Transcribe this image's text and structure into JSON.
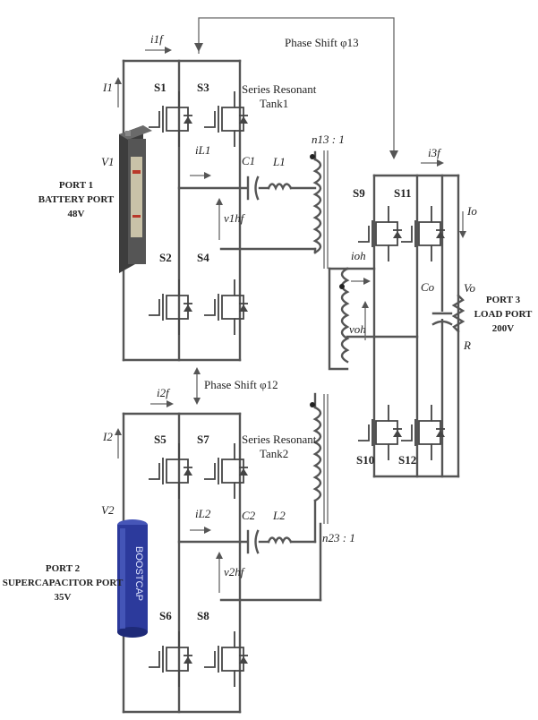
{
  "labels": {
    "phase_shift_13": "Phase Shift φ13",
    "phase_shift_12": "Phase Shift φ12",
    "tank1": "Series Resonant\nTank1",
    "tank2": "Series Resonant\nTank2",
    "ratio_13": "n13 : 1",
    "ratio_23": "n23 : 1"
  },
  "ports": {
    "port1": {
      "lines": [
        "PORT 1",
        "BATTERY PORT",
        "48V"
      ]
    },
    "port2": {
      "lines": [
        "PORT 2",
        "SUPERCAPACITOR PORT",
        "35V"
      ]
    },
    "port3": {
      "lines": [
        "PORT 3",
        "LOAD PORT",
        "200V"
      ]
    }
  },
  "supercap_text": "BOOSTCAP",
  "switches": {
    "s1": "S1",
    "s2": "S2",
    "s3": "S3",
    "s4": "S4",
    "s5": "S5",
    "s6": "S6",
    "s7": "S7",
    "s8": "S8",
    "s9": "S9",
    "s10": "S10",
    "s11": "S11",
    "s12": "S12"
  },
  "quantities": {
    "i_1f": "i1f",
    "I1": "I1",
    "V1": "V1",
    "i_L1": "iL1",
    "v_1hf": "v1hf",
    "C1": "C1",
    "L1": "L1",
    "i_2f": "i2f",
    "I2": "I2",
    "V2": "V2",
    "i_L2": "iL2",
    "v_2hf": "v2hf",
    "C2": "C2",
    "L2": "L2",
    "i_3f": "i3f",
    "i_oh": "ioh",
    "v_oh": "voh",
    "Io": "Io",
    "Co": "Co",
    "Vo": "Vo",
    "R": "R"
  },
  "colors": {
    "wire": "#555555",
    "supercap_blue": "#2c3a9c",
    "battery_dark": "#4a4a4a",
    "battery_label": "#c9c2a8"
  }
}
